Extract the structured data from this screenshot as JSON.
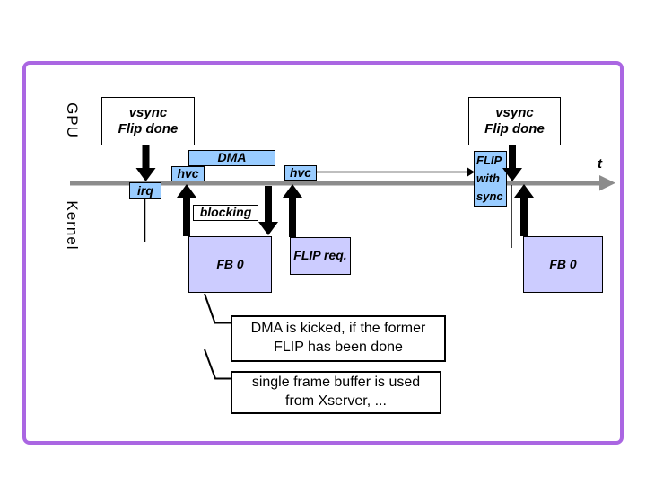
{
  "colors": {
    "frame_purple": "#aa66e2",
    "event_blue": "#99ccff",
    "buffer_lavender": "#ccccff",
    "timeline_gray": "#8c8c8c",
    "arrow_black": "#000000"
  },
  "lanes": {
    "gpu": "GPU",
    "kernel": "Kernel"
  },
  "axis": {
    "label": "t"
  },
  "boxes": {
    "vsync_left": "vsync\nFlip done",
    "vsync_right": "vsync\nFlip done",
    "dma": "DMA",
    "hvc_first": "hvc",
    "hvc_second": "hvc",
    "irq": "irq",
    "blocking": "blocking",
    "fb0_left": "FB 0",
    "flip_req": "FLIP req.",
    "flip_with_sync": "FLIP\nwith\nsync",
    "fb0_right": "FB 0"
  },
  "notes": {
    "dma_kicked": "DMA is kicked, if the former\nFLIP has been done",
    "single_fb": "single frame buffer is used\nfrom Xserver, ..."
  }
}
